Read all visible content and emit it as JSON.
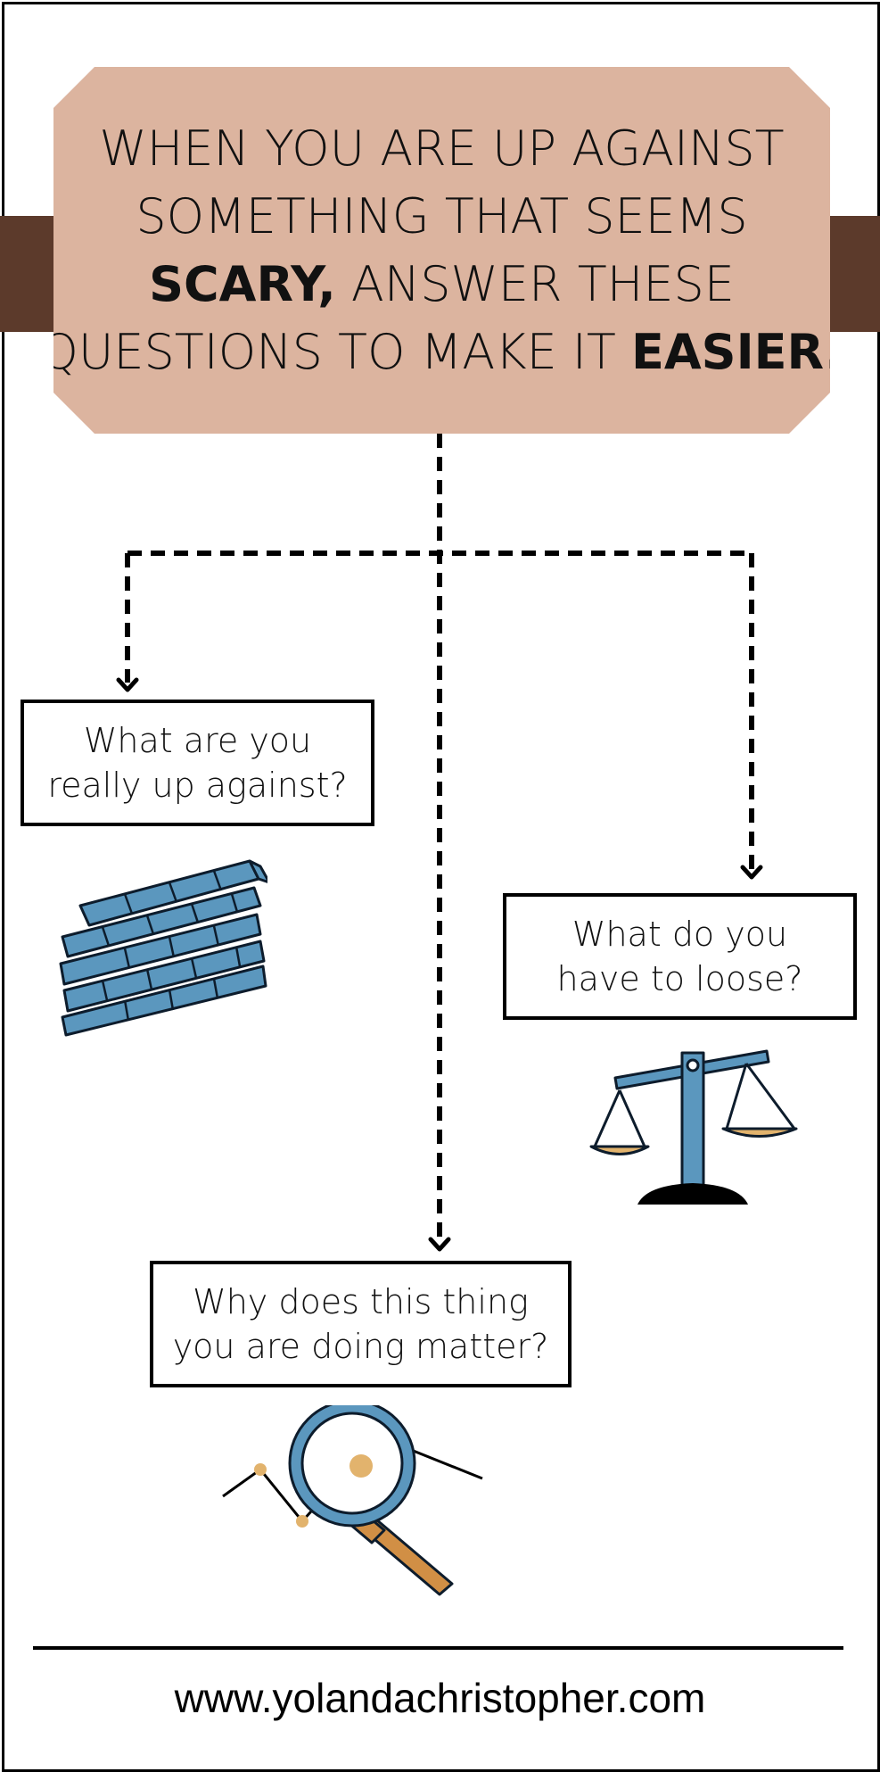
{
  "title": {
    "line1": "WHEN YOU ARE UP AGAINST",
    "line2": "SOMETHING THAT SEEMS",
    "line3_bold": "SCARY,",
    "line3_rest": " ANSWER THESE",
    "line4_rest": "QUESTIONS TO MAKE IT ",
    "line4_bold": "EASIER."
  },
  "questions": [
    {
      "line1": "What are you",
      "line2": "really up against?",
      "icon": "brick-wall-icon"
    },
    {
      "line1": "What do you",
      "line2": "have to loose?",
      "icon": "balance-scale-icon"
    },
    {
      "line1": "Why does this thing",
      "line2": "you are doing matter?",
      "icon": "magnifying-glass-chart-icon"
    }
  ],
  "footer": {
    "url": "www.yolandachristopher.com"
  },
  "colors": {
    "header_bg": "#dcb49f",
    "band": "#5c3a2b",
    "icon_blue": "#5b97be",
    "icon_tan": "#e2b36d",
    "icon_orange": "#d18f45"
  }
}
